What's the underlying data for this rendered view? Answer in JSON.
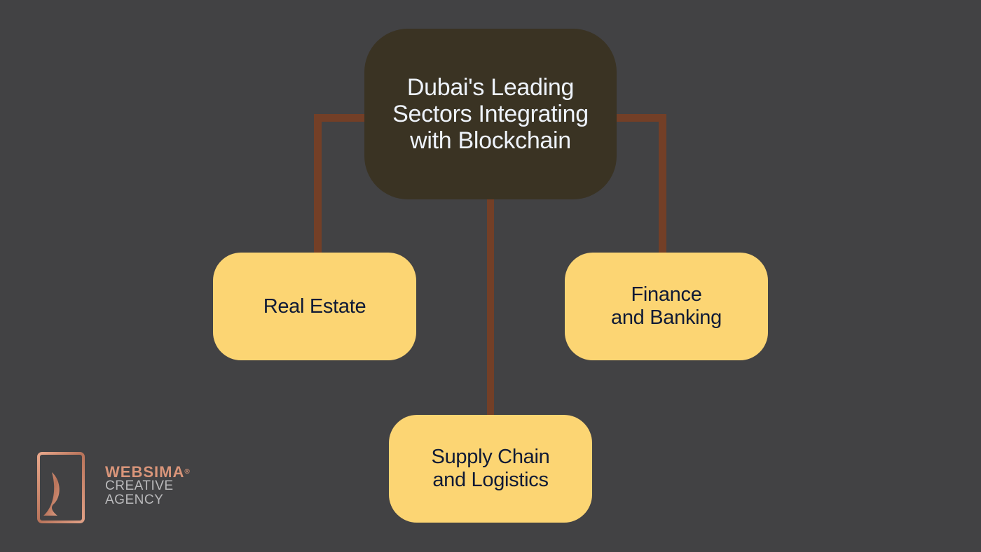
{
  "diagram": {
    "type": "tree",
    "root": {
      "label_lines": [
        "Dubai's Leading",
        "Sectors Integrating",
        "with Blockchain"
      ]
    },
    "children": [
      {
        "id": "real-estate",
        "label_lines": [
          "Real Estate"
        ]
      },
      {
        "id": "supply-chain",
        "label_lines": [
          "Supply Chain",
          "and Logistics"
        ]
      },
      {
        "id": "finance",
        "label_lines": [
          "Finance",
          "and Banking"
        ]
      }
    ],
    "edges": [
      {
        "from": "root",
        "to": "real-estate"
      },
      {
        "from": "root",
        "to": "supply-chain"
      },
      {
        "from": "root",
        "to": "finance"
      }
    ],
    "colors": {
      "background": "#424244",
      "root_fill": "#3a3323",
      "root_text": "#eef3fb",
      "child_fill": "#fcd573",
      "child_text": "#0f1a36",
      "connector": "#733f27"
    }
  },
  "branding": {
    "brand": "WEBSIMA",
    "registered_mark": "®",
    "line2": "CREATIVE",
    "line3": "AGENCY",
    "brand_color": "#d9957a"
  }
}
